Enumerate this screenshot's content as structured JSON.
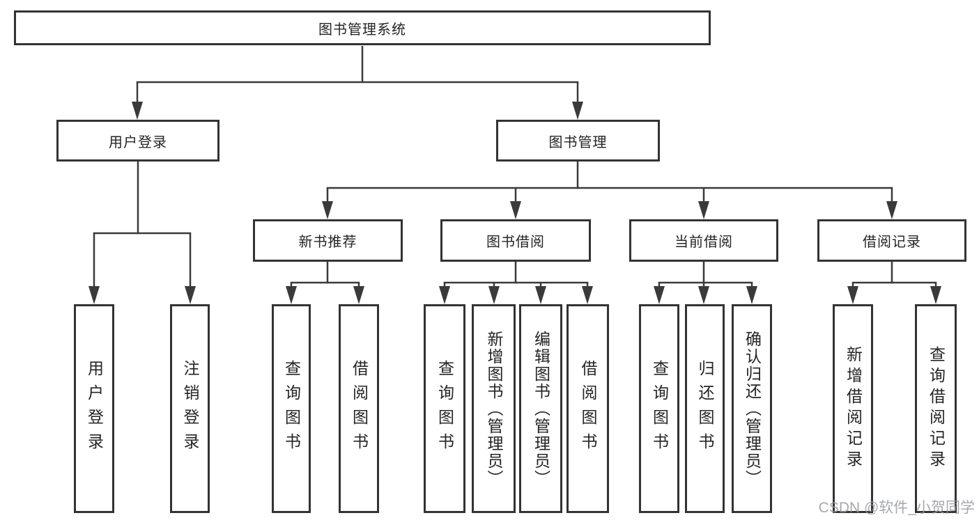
{
  "tree": {
    "label": "图书管理系统",
    "children": [
      {
        "label": "用户登录",
        "children": [
          {
            "label": "用户登录"
          },
          {
            "label": "注销登录"
          }
        ]
      },
      {
        "label": "图书管理",
        "children": [
          {
            "label": "新书推荐",
            "children": [
              {
                "label": "查询图书"
              },
              {
                "label": "借阅图书"
              }
            ]
          },
          {
            "label": "图书借阅",
            "children": [
              {
                "label": "查询图书"
              },
              {
                "label": "新增图书（管理员）"
              },
              {
                "label": "编辑图书（管理员）"
              },
              {
                "label": "借阅图书"
              }
            ]
          },
          {
            "label": "当前借阅",
            "children": [
              {
                "label": "查询图书"
              },
              {
                "label": "归还图书"
              },
              {
                "label": "确认归还（管理员）"
              }
            ]
          },
          {
            "label": "借阅记录",
            "children": [
              {
                "label": "新增借阅记录"
              },
              {
                "label": "查询借阅记录"
              }
            ]
          }
        ]
      }
    ]
  },
  "watermark": "CSDN @软件_小贺同学",
  "colors": {
    "line": "#3a3a3a",
    "box_border": "#333333",
    "text": "#242424",
    "background": "#ffffff",
    "watermark_text": "#96999e"
  }
}
